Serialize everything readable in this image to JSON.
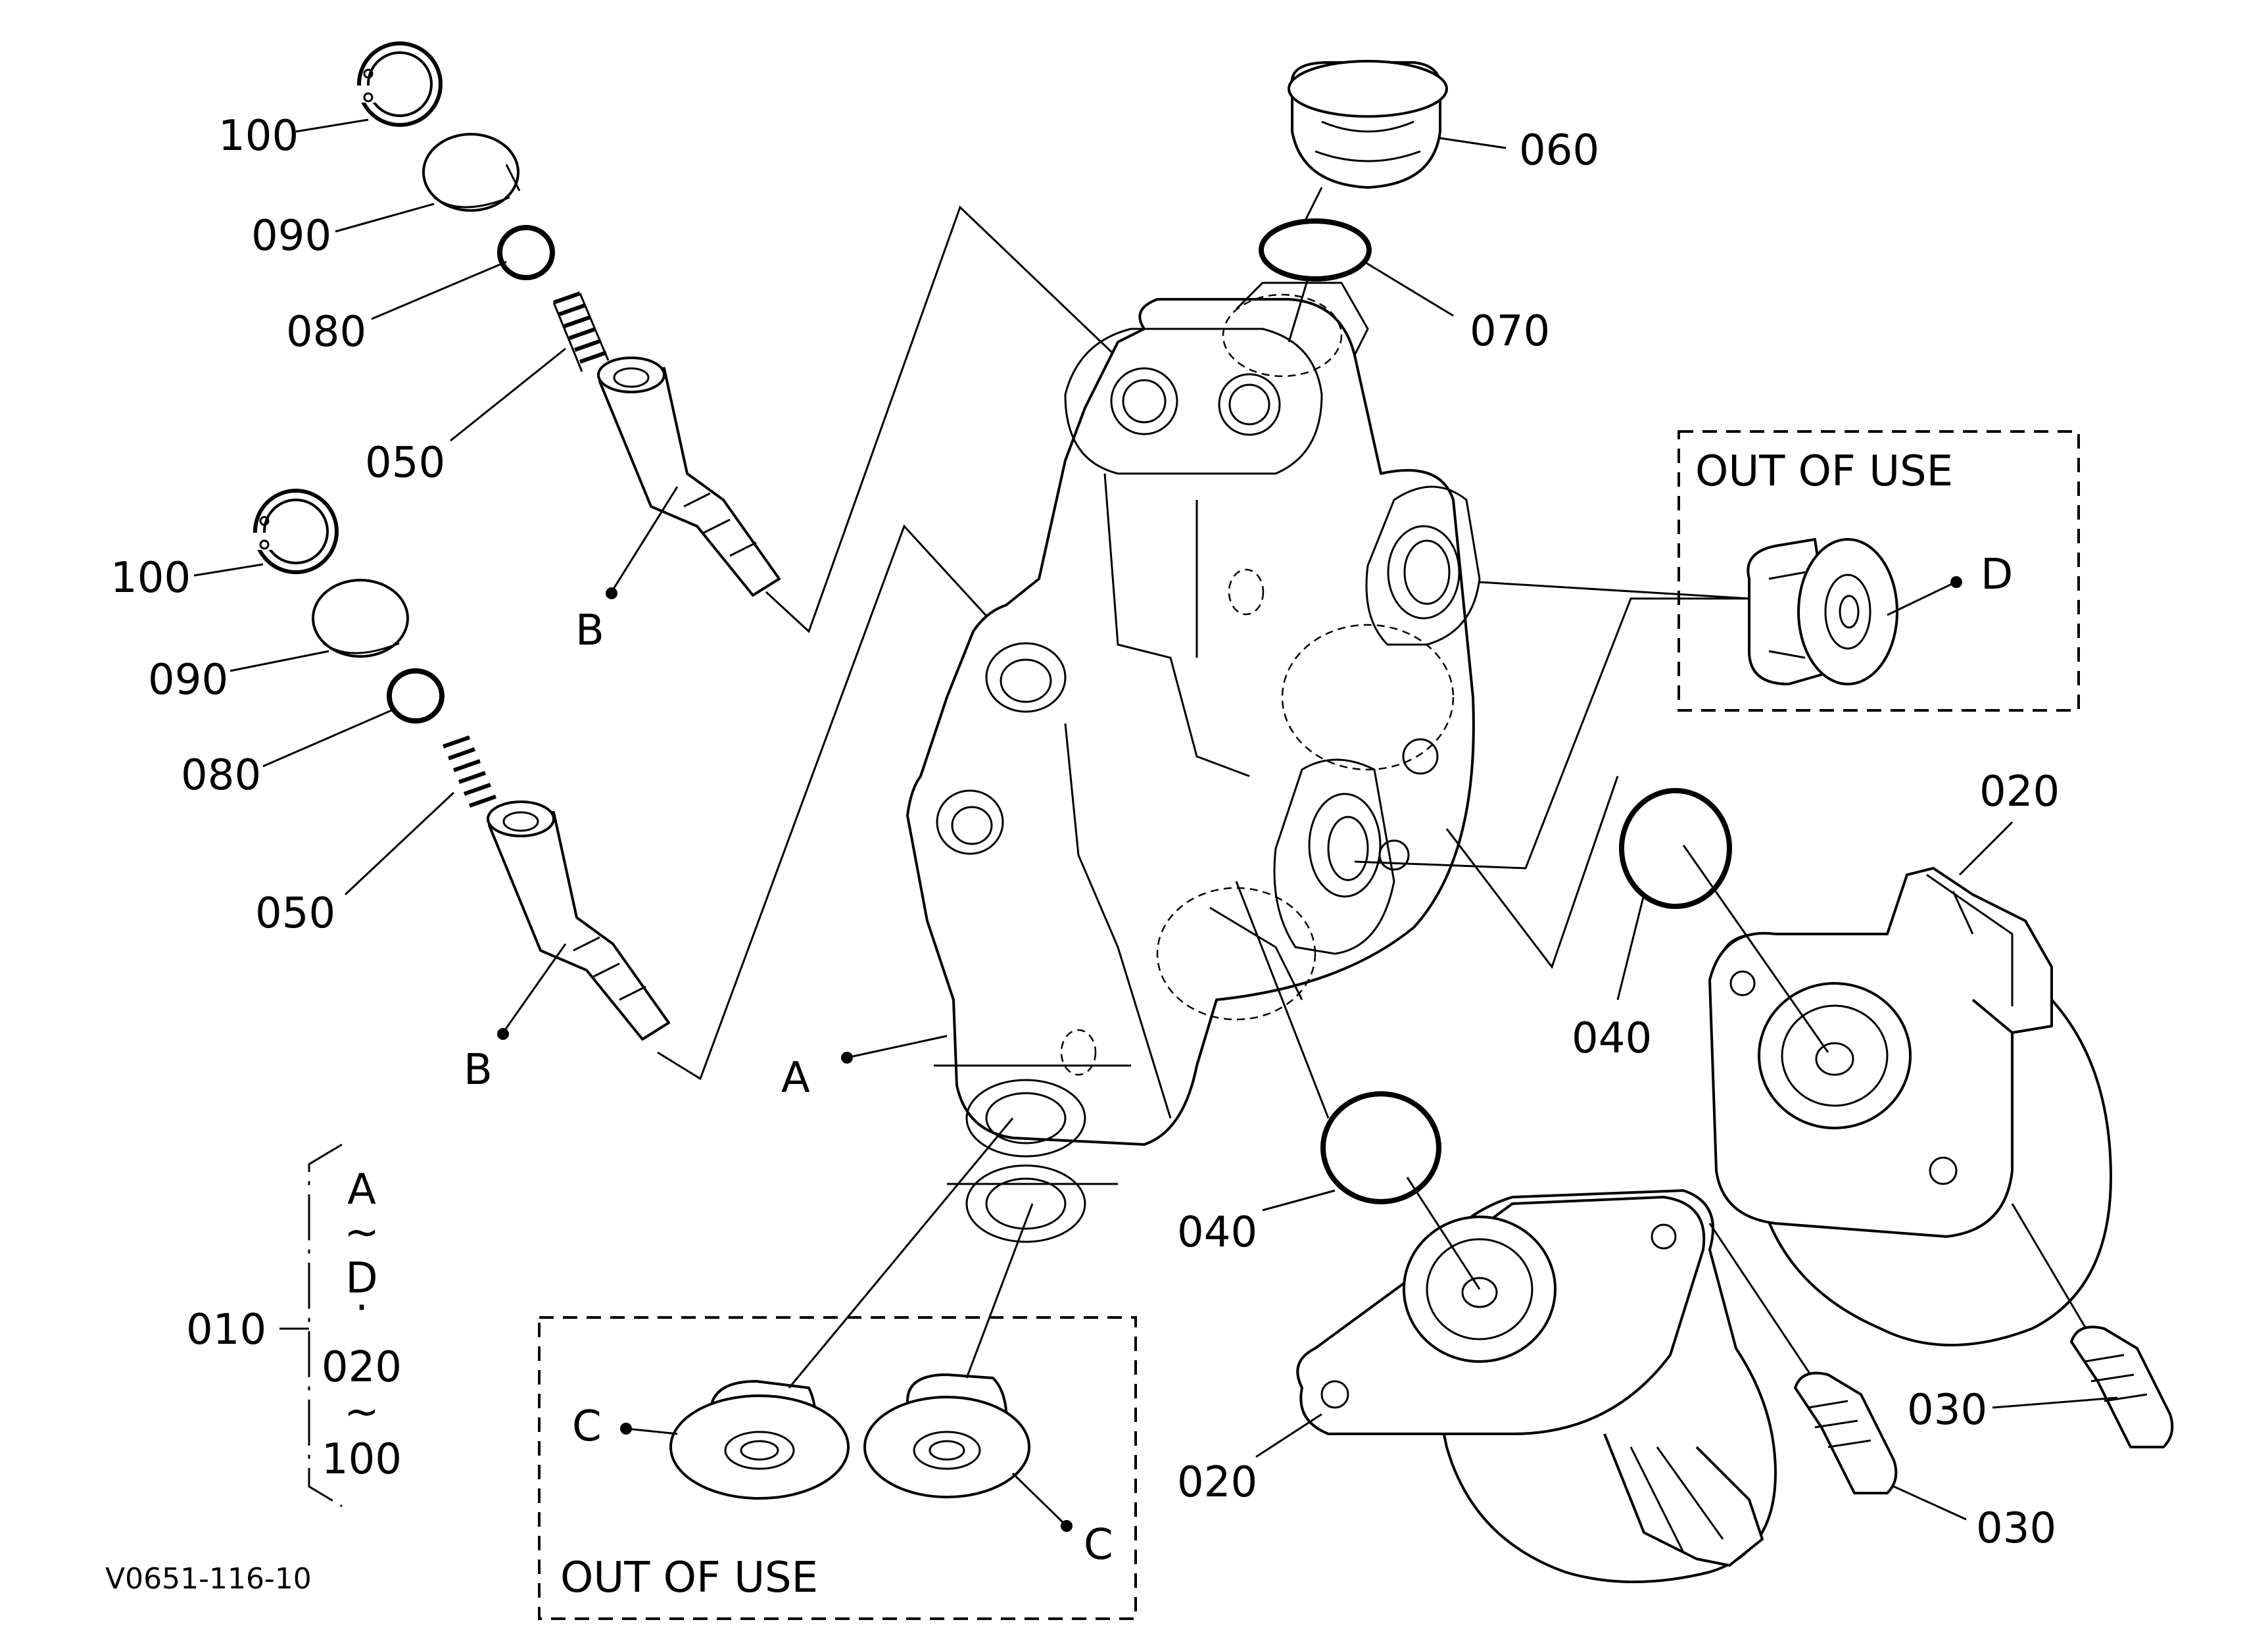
{
  "labels": {
    "p010": "010",
    "p020a": "020",
    "p020b": "020",
    "p030a": "030",
    "p030b": "030",
    "p040a": "040",
    "p040b": "040",
    "p050a": "050",
    "p050b": "050",
    "p060": "060",
    "p070": "070",
    "p080a": "080",
    "p080b": "080",
    "p090a": "090",
    "p090b": "090",
    "p100a": "100",
    "p100b": "100",
    "refA": "A",
    "refB1": "B",
    "refB2": "B",
    "refC1": "C",
    "refC2": "C",
    "refD": "D"
  },
  "bracket": {
    "line1": "A",
    "line2": "~",
    "line3": "D",
    "line4": "·",
    "line5": "020",
    "line6": "~",
    "line7": "100"
  },
  "boxes": {
    "out_of_use_top": "OUT OF USE",
    "out_of_use_bottom": "OUT OF USE"
  },
  "drawing_code": "V0651-116-10"
}
